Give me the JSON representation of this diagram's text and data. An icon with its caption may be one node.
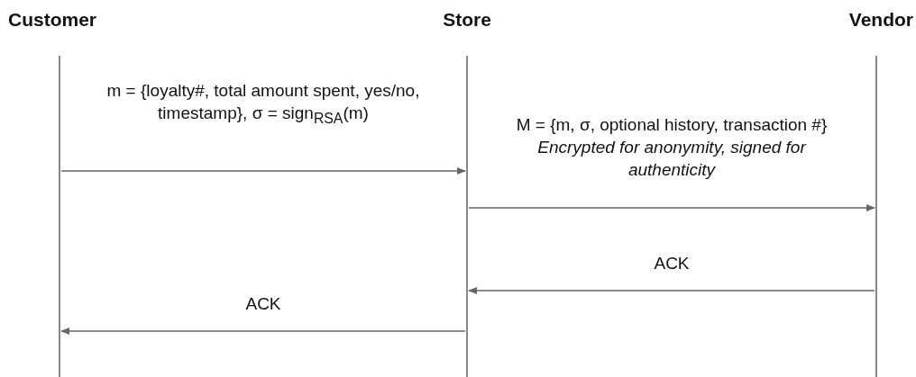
{
  "diagram": {
    "nodes": [
      {
        "text": [
          "Customer"
        ]
      },
      {
        "text": [
          "Store"
        ]
      },
      {
        "text": [
          "Vendor"
        ]
      }
    ],
    "edges": [
      {
        "from": 0,
        "to": 1,
        "arrow": "to",
        "label": "m = {loyalty#, total amount spent, yes/no, timestamp}, σ = sign$_{RSA}$(m)"
      },
      {
        "from": 1,
        "to": 2,
        "arrow": "to",
        "label": "M = {m, σ, optional history, transaction #} *Encrypted for anonymity, signed for authenticity*"
      },
      {
        "from": 2,
        "to": 1,
        "arrow": "to",
        "label": "ACK"
      },
      {
        "from": 1,
        "to": 0,
        "arrow": "to",
        "label": "ACK"
      }
    ]
  }
}
